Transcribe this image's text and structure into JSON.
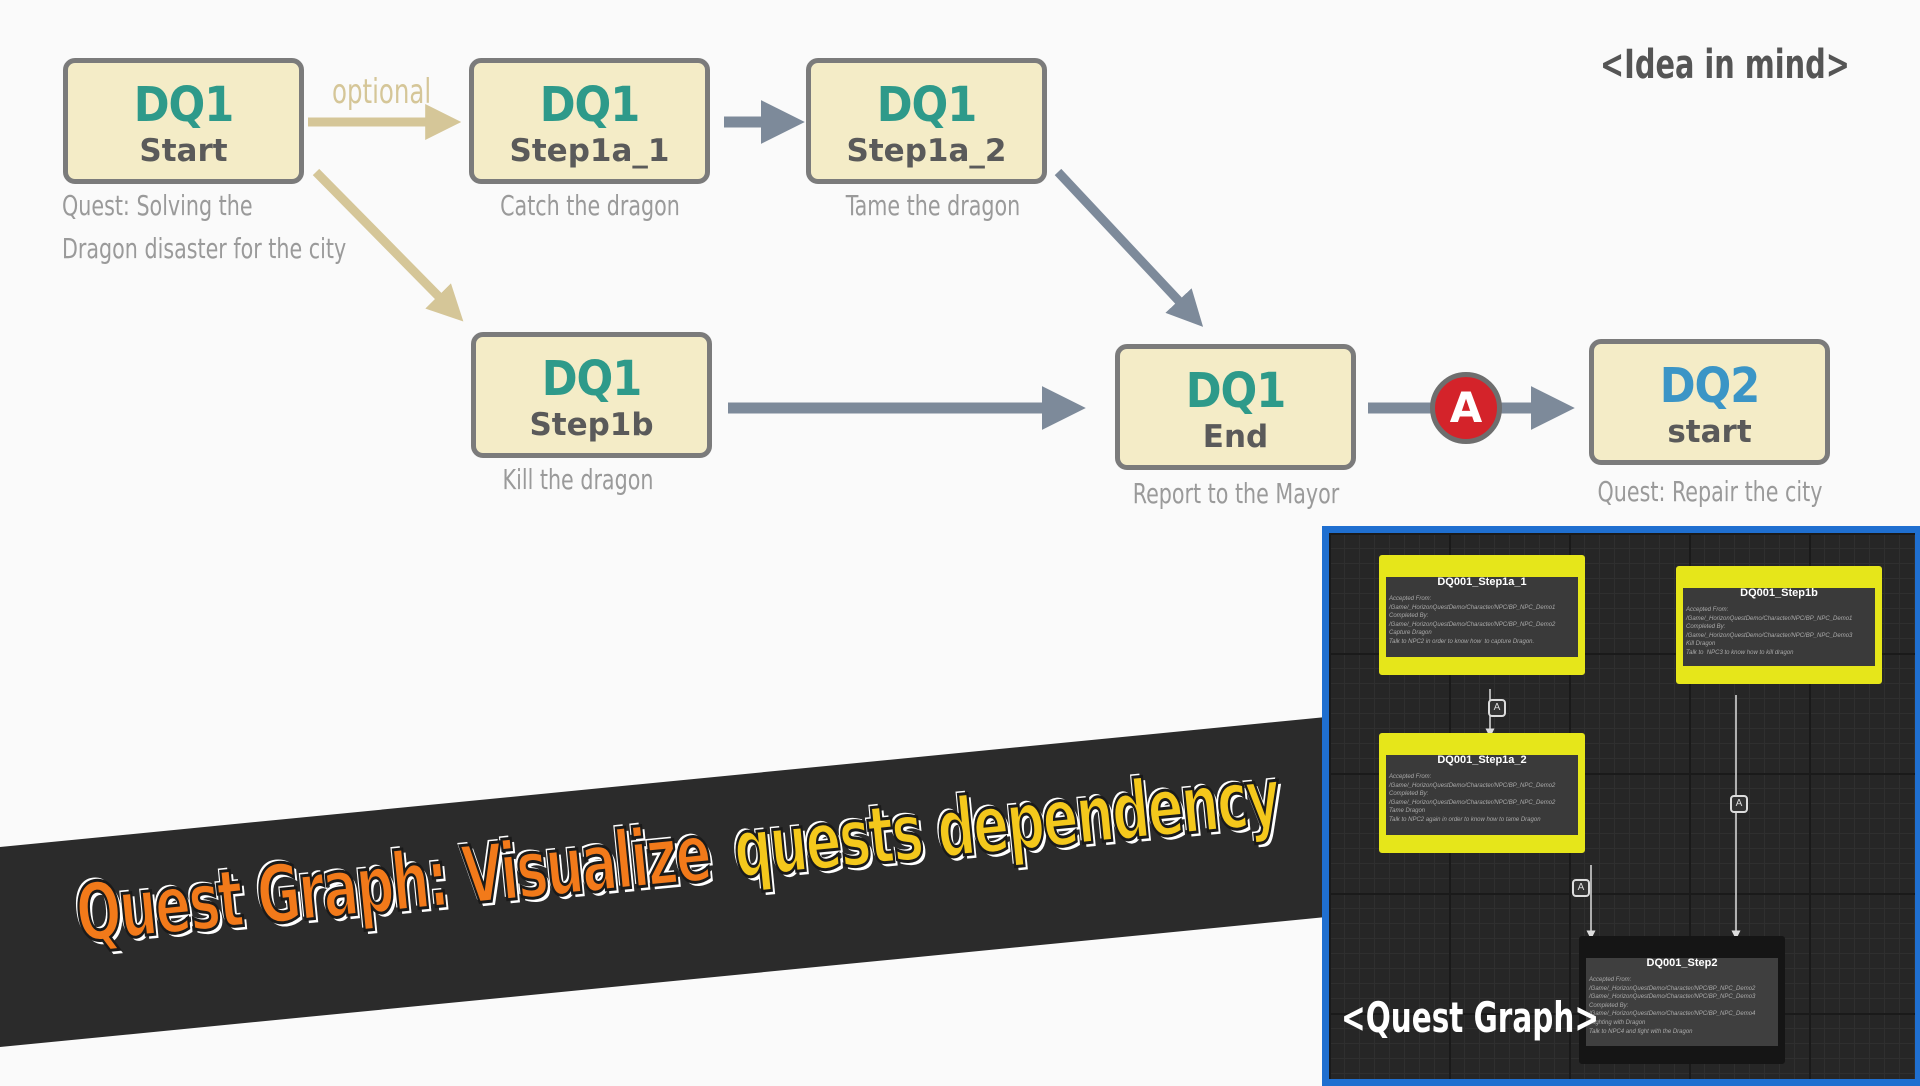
{
  "idea_label": "<Idea in mind>",
  "optional_label": "optional",
  "nodes": {
    "dq1_start": {
      "code": "DQ1",
      "step": "Start",
      "caption_line1": "Quest: Solving the",
      "caption_line2": "Dragon disaster for the city"
    },
    "dq1_step1a_1": {
      "code": "DQ1",
      "step": "Step1a_1",
      "caption": "Catch the dragon"
    },
    "dq1_step1a_2": {
      "code": "DQ1",
      "step": "Step1a_2",
      "caption": "Tame the dragon"
    },
    "dq1_step1b": {
      "code": "DQ1",
      "step": "Step1b",
      "caption": "Kill the dragon"
    },
    "dq1_end": {
      "code": "DQ1",
      "step": "End",
      "caption": "Report to the Mayor"
    },
    "dq2_start": {
      "code": "DQ2",
      "step": "start",
      "caption": "Quest: Repair the city"
    }
  },
  "transition_badge": "A",
  "banner": {
    "part1": "Quest Graph: Visualize",
    "part2": "quests dependency"
  },
  "quest_graph": {
    "label": "<Quest Graph>",
    "badge": "A",
    "nodes": [
      {
        "title": "DQ001_Step1a_1",
        "body": "Accepted From:\n/Game/_HorizonQuestDemo/Character/NPC/BP_NPC_Demo1\nCompleted By:\n/Game/_HorizonQuestDemo/Character/NPC/BP_NPC_Demo2\nCapture Dragon\nTalk to NPC2 in order to know how  to capture Dragon."
      },
      {
        "title": "DQ001_Step1b",
        "body": "Accepted From:\n/Game/_HorizonQuestDemo/Character/NPC/BP_NPC_Demo1\nCompleted By:\n/Game/_HorizonQuestDemo/Character/NPC/BP_NPC_Demo3\nKill Dragon\nTalk to  NPC3 to know how to kill dragon"
      },
      {
        "title": "DQ001_Step1a_2",
        "body": "Accepted From:\n/Game/_HorizonQuestDemo/Character/NPC/BP_NPC_Demo2\nCompleted By:\n/Game/_HorizonQuestDemo/Character/NPC/BP_NPC_Demo2\nTame Dragon\nTalk to NPC2 again in order to know how to tame Dragon"
      },
      {
        "title": "DQ001_Step2",
        "body": "Accepted From:\n/Game/_HorizonQuestDemo/Character/NPC/BP_NPC_Demo2\n/Game/_HorizonQuestDemo/Character/NPC/BP_NPC_Demo3\nCompleted By:\n/Game/_HorizonQuestDemo/Character/NPC/BP_NPC_Demo4\nFlighting with Dragon\nTalk to NPC4 and fight with the Dragon"
      }
    ]
  },
  "colors": {
    "node_fill": "#f4ecc7",
    "dq1_code": "#2e9a8a",
    "dq2_code": "#3b95c6",
    "arrow": "#7d8a9a",
    "optional_arrow": "#d5c698",
    "badge_red": "#d4232a",
    "panel_border": "#1f6fd0",
    "qnode_yellow": "#e6e61a"
  }
}
